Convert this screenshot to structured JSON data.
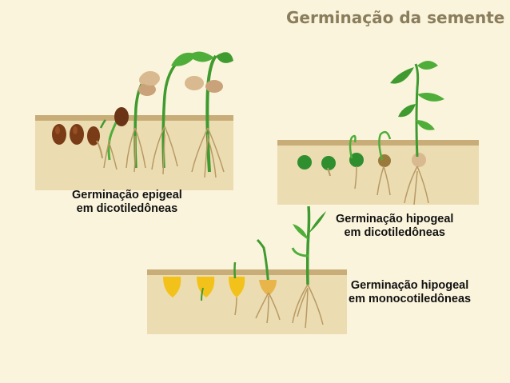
{
  "title": "Germinação da semente",
  "labels": {
    "epigeal": {
      "line1": "Germinação epigeal",
      "line2": "em dicotiledôneas"
    },
    "hipogeal_dico": {
      "line1": "Germinação hipogeal",
      "line2": "em dicotiledôneas"
    },
    "hipogeal_mono": {
      "line1": "Germinação hipogeal",
      "line2": "em  monocotiledôneas"
    }
  },
  "colors": {
    "background": "#fbf4dc",
    "soil": "#e8d7aa",
    "soil_edge": "#b89a63",
    "stem": "#3f9a2f",
    "leaf": "#4fae3a",
    "root": "#a8875a",
    "bean": "#7a3b17",
    "pea": "#2f8f2e",
    "corn": "#f2c21b"
  }
}
